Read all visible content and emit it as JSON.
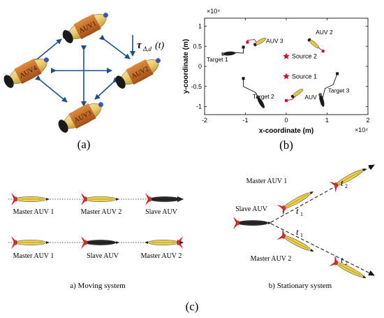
{
  "panel_a": {
    "caption": "(a)",
    "auv_labels": [
      "AUV1",
      "AUV2",
      "AUV3",
      "AUV4"
    ],
    "delay_symbol": "τ",
    "delay_sub": "Δ,d",
    "delay_arg": "(t)"
  },
  "panel_b": {
    "caption": "(b)",
    "exponent_top": "×10⁴",
    "exponent_right": "×10⁴",
    "colors": {
      "auv": "#c8102e",
      "target": "#111111"
    },
    "chart_data": {
      "type": "scatter",
      "title": "",
      "xlabel": "x-coordinate (m)",
      "ylabel": "y-coordinate (m)",
      "xlim": [
        -2,
        2
      ],
      "ylim": [
        -1.2,
        1.2
      ],
      "x_ticks": [
        "-2",
        "-1",
        "0",
        "1",
        "2"
      ],
      "y_ticks": [
        "1",
        "0.5",
        "0",
        "-0.5",
        "-1"
      ],
      "sources": [
        {
          "name": "Source 2",
          "x": 0.0,
          "y": 0.25
        },
        {
          "name": "Source 1",
          "x": 0.0,
          "y": -0.25
        }
      ],
      "auvs": [
        {
          "name": "AUV 3",
          "x": -0.7,
          "y": 0.55
        },
        {
          "name": "AUV 2",
          "x": 0.85,
          "y": 0.38
        },
        {
          "name": "AUV 1",
          "x": 0.3,
          "y": -0.78
        },
        {
          "name": "AUV 3",
          "x": 0.0,
          "y": 0.0,
          "hidden": true
        }
      ],
      "targets": [
        {
          "name": "Target 1",
          "x": -1.5,
          "y": 0.3
        },
        {
          "name": "Target 2",
          "x": -0.9,
          "y": -1.05
        },
        {
          "name": "Target 3",
          "x": 1.0,
          "y": -0.75
        }
      ]
    }
  },
  "panel_c": {
    "caption": "(c)",
    "moving_caption": "a) Moving system",
    "stationary_caption": "b) Stationary system",
    "row1_labels": [
      "Master AUV 1",
      "Master AUV 2",
      "Slave AUV"
    ],
    "row2_labels": [
      "Master AUV 1",
      "Slave AUV",
      "Master AUV 2"
    ],
    "stationary_labels": {
      "master1": "Master AUV 1",
      "master2": "Master AUV 2",
      "slave": "Slave AUV",
      "t1": "t",
      "t1_sub": "1",
      "t2": "t",
      "t2_sub": "2"
    }
  }
}
